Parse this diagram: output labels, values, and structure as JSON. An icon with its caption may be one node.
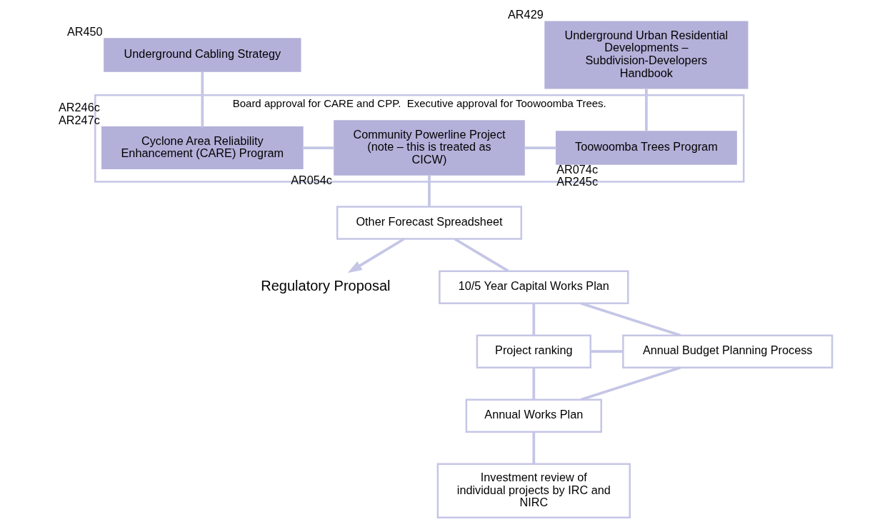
{
  "diagram": {
    "nodes": [
      {
        "text": [
          "Underground Cabling Strategy"
        ],
        "beside": [
          "AR450"
        ]
      },
      {
        "text": [
          "Underground Urban Residential Developments – Subdivision-Developers Handbook"
        ],
        "beside": [
          "AR429"
        ]
      },
      {
        "text": [
          "Board approval for CARE and CPP.  Executive approval for Toowoomba Trees."
        ]
      },
      {
        "text": [
          "Cyclone Area Reliability Enhancement (CARE) Program"
        ],
        "in": 2,
        "beside": [
          "AR246c",
          "AR247c"
        ]
      },
      {
        "text": [
          "Community Powerline Project (note – this is treated as CICW)"
        ],
        "in": 2,
        "beside": [
          "AR054c"
        ]
      },
      {
        "text": [
          "Toowoomba Trees Program"
        ],
        "in": 2,
        "beside": [
          "AR074c",
          "AR245c"
        ]
      },
      {
        "text": [
          "Other Forecast Spreadsheet"
        ]
      },
      {
        "text": [
          "Regulatory Proposal"
        ]
      },
      {
        "text": [
          "10/5 Year Capital Works Plan"
        ]
      },
      {
        "text": [
          "Annual Budget Planning Process"
        ]
      },
      {
        "text": [
          "Project ranking"
        ]
      },
      {
        "text": [
          "Annual Works Plan"
        ]
      },
      {
        "text": [
          "Investment review of individual projects by IRC and NIRC"
        ]
      }
    ],
    "edges": [
      {
        "from": 0,
        "to": 3,
        "arrow": "none"
      },
      {
        "from": 1,
        "to": 5,
        "arrow": "none"
      },
      {
        "from": 3,
        "to": 4,
        "arrow": "none"
      },
      {
        "from": 4,
        "to": 5,
        "arrow": "none"
      },
      {
        "from": 4,
        "to": 6,
        "arrow": "none"
      },
      {
        "from": 6,
        "to": 7,
        "arrow": "to"
      },
      {
        "from": 6,
        "to": 8,
        "arrow": "none"
      },
      {
        "from": 8,
        "to": 10,
        "arrow": "none"
      },
      {
        "from": 10,
        "to": 11,
        "arrow": "none"
      },
      {
        "from": 9,
        "to": 8,
        "arrow": "none"
      },
      {
        "from": 9,
        "to": 10,
        "arrow": "none"
      },
      {
        "from": 9,
        "to": 11,
        "arrow": "none"
      },
      {
        "from": 11,
        "to": 12,
        "arrow": "none"
      }
    ]
  }
}
